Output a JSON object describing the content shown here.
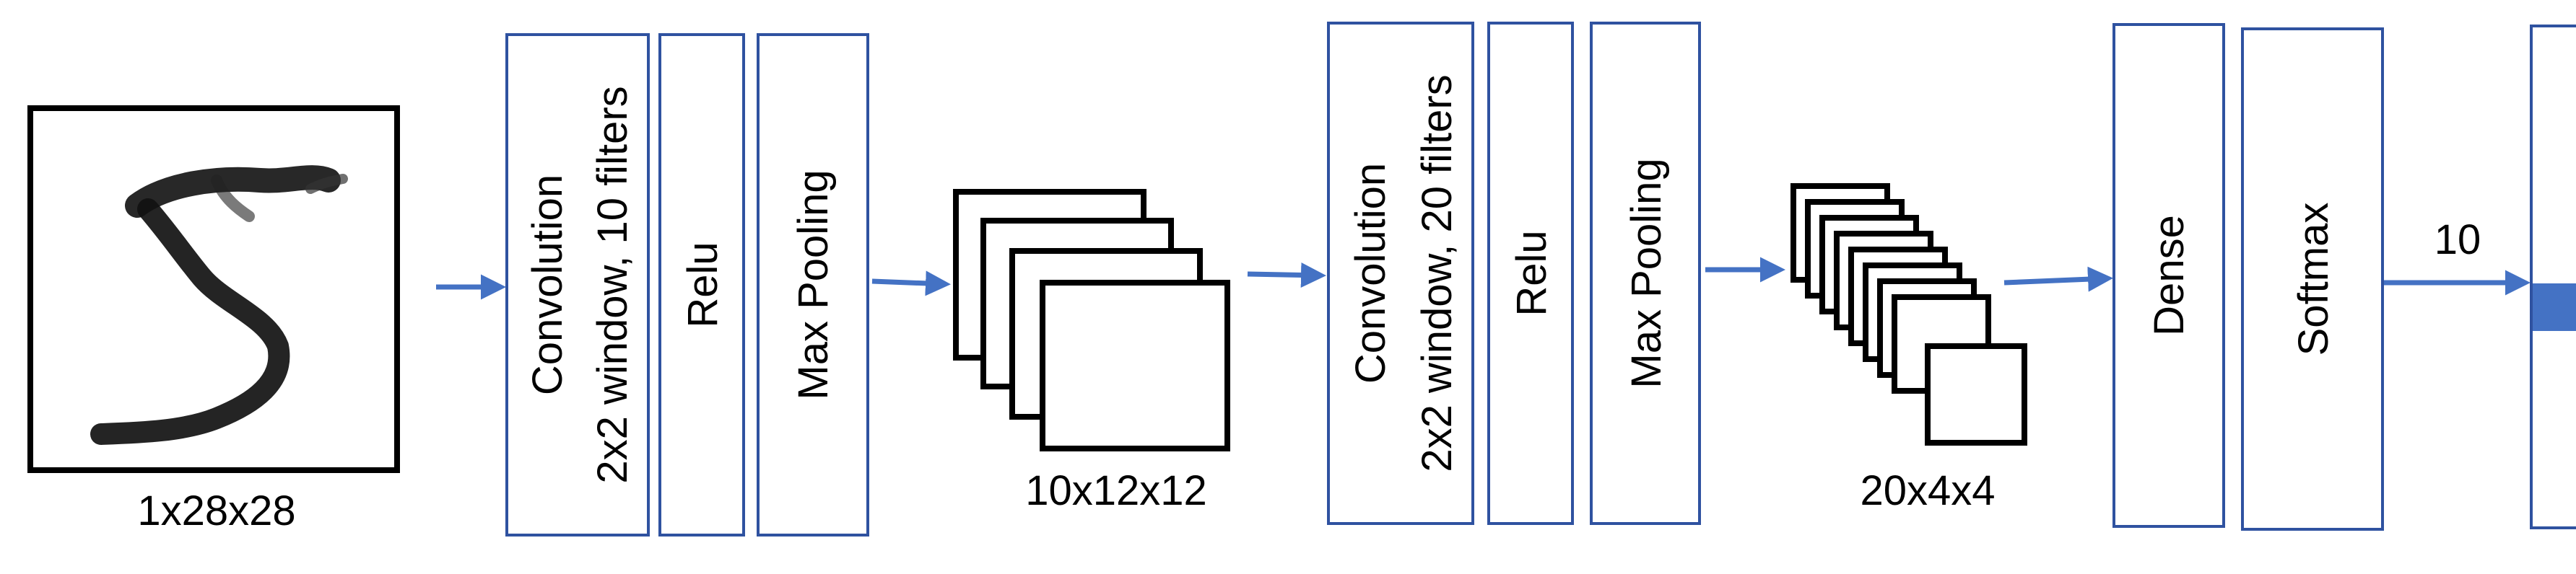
{
  "colors": {
    "box_border": "#2F52A0",
    "arrow": "#4472C4",
    "output_fill": "#4472C4",
    "stack_border": "#000000"
  },
  "input": {
    "icon": "handwritten-digit-5-icon",
    "label": "1x28x28"
  },
  "block1": {
    "conv_line1": "Convolution",
    "conv_line2": "2x2 window, 10 filters",
    "relu": "Relu",
    "pool": "Max Pooling"
  },
  "feature1": {
    "label": "10x12x12"
  },
  "block2": {
    "conv_line1": "Convolution",
    "conv_line2": "2x2 window, 20 filters",
    "relu": "Relu",
    "pool": "Max Pooling"
  },
  "feature2": {
    "label": "20x4x4"
  },
  "head": {
    "dense": "Dense",
    "softmax": "Softmax",
    "output_size": "10"
  }
}
